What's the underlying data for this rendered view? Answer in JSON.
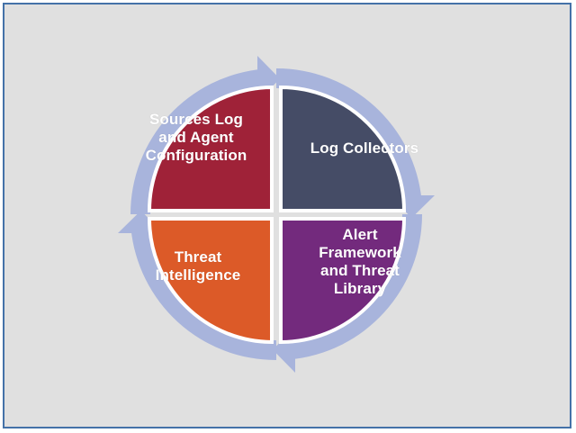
{
  "diagram": {
    "type": "cycle",
    "title": "",
    "direction": "clockwise",
    "segment_count": 4,
    "background_color": "#E0E0E0",
    "frame_color": "#4472A8",
    "arrow_ring_color": "#A8B4DC",
    "label_text_color": "#FFFFFF",
    "gap_color": "#E0E0E0",
    "segments": [
      {
        "id": "sources-log-and-agent-configuration",
        "label": "Sources Log\nand Agent\nConfiguration",
        "position": "top-left",
        "order": 1,
        "color": "#9F2238",
        "start_angle_deg": 270,
        "end_angle_deg": 360
      },
      {
        "id": "log-collectors",
        "label": "Log Collectors",
        "position": "top-right",
        "order": 2,
        "color": "#454C66",
        "start_angle_deg": 0,
        "end_angle_deg": 90
      },
      {
        "id": "alert-framework-and-threat-library",
        "label": "Alert\nFramework\nand Threat\nLibrary",
        "position": "bottom-right",
        "order": 3,
        "color": "#732A7D",
        "start_angle_deg": 90,
        "end_angle_deg": 180
      },
      {
        "id": "threat-intelligence",
        "label": "Threat\nIntelligence",
        "position": "bottom-left",
        "order": 4,
        "color": "#DC5A28",
        "start_angle_deg": 180,
        "end_angle_deg": 270
      }
    ],
    "arrows": [
      {
        "id": "arrow-top",
        "points": "right",
        "at_clock": "12"
      },
      {
        "id": "arrow-right",
        "points": "down",
        "at_clock": "3"
      },
      {
        "id": "arrow-bottom",
        "points": "left",
        "at_clock": "6"
      },
      {
        "id": "arrow-left",
        "points": "up",
        "at_clock": "9"
      }
    ]
  }
}
